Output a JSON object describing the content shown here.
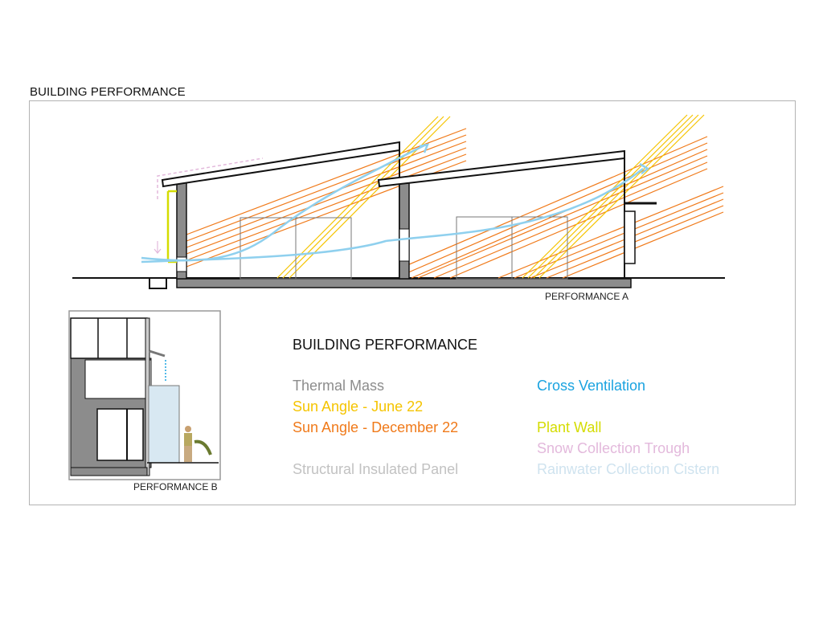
{
  "header": {
    "title": "BUILDING PERFORMANCE"
  },
  "drawings": {
    "performance_a_label": "PERFORMANCE A",
    "performance_b_label": "PERFORMANCE B"
  },
  "legend": {
    "title": "BUILDING PERFORMANCE",
    "left_items": [
      {
        "label": "Thermal Mass",
        "color": "#8c8c8c"
      },
      {
        "label": "Sun Angle - June 22",
        "color": "#f5c400"
      },
      {
        "label": "Sun Angle - December 22",
        "color": "#f07a1a"
      },
      {
        "label": "Structural Insulated Panel",
        "color": "#c2c2c2"
      }
    ],
    "right_items": [
      {
        "label": "Cross Ventilation",
        "color": "#1aa3e0"
      },
      {
        "label": "Plant Wall",
        "color": "#d4dc00"
      },
      {
        "label": "Snow Collection Trough",
        "color": "#e3b9dc"
      },
      {
        "label": "Rainwater Collection Cistern",
        "color": "#cfe3ef"
      }
    ]
  },
  "colors": {
    "frame": "#b3b3b3",
    "line": "#111111",
    "thermal_mass": "#8c8c8c",
    "june_sun": "#f5c400",
    "dec_sun": "#f07a1a",
    "ventilation": "#8fd0ee",
    "plant_wall": "#d4dc00",
    "snow": "#e3b9dc",
    "cistern": "#d8e8f2"
  }
}
